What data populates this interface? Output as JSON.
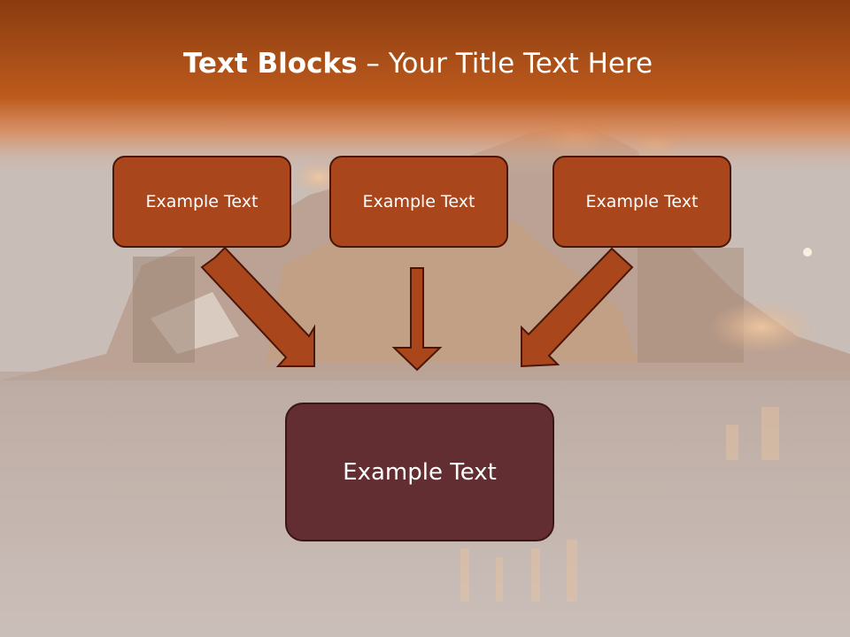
{
  "title": {
    "bold": "Text Blocks",
    "rest": "– Your Title Text Here"
  },
  "blocks": [
    {
      "label": "Example Text"
    },
    {
      "label": "Example Text"
    },
    {
      "label": "Example Text"
    }
  ],
  "target": {
    "label": "Example Text"
  },
  "colors": {
    "header_band": "#b8561e",
    "small_box_fill": "#a9461c",
    "target_box_fill": "#622e31",
    "arrow_fill": "#a9461c",
    "arrow_stroke": "#4a1608"
  }
}
